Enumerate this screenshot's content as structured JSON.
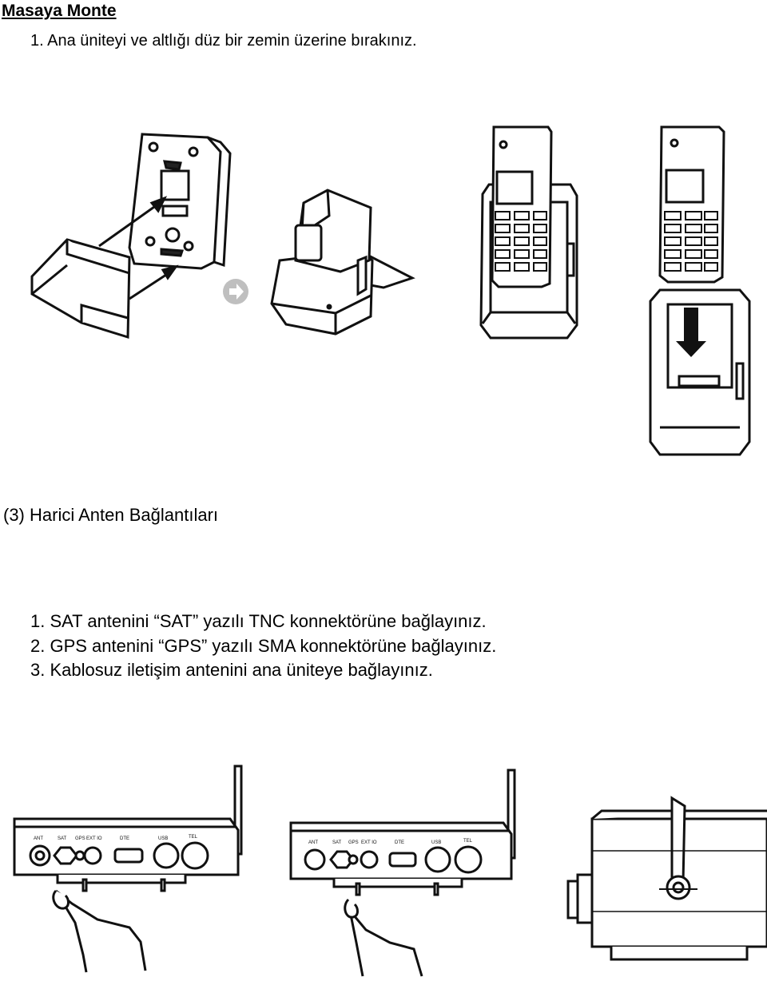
{
  "document": {
    "heading": "Masaya Monte",
    "step_1": "1. Ana üniteyi ve altlığı düz bir zemin üzerine bırakınız.",
    "section_title": "(3) Harici Anten Bağlantıları",
    "antenna_steps": [
      "1. SAT antenini “SAT” yazılı TNC konnektörüne bağlayınız.",
      "2. GPS antenini “GPS” yazılı SMA konnektörüne bağlayınız.",
      "3. Kablosuz iletişim antenini ana üniteye bağlayınız."
    ]
  },
  "illustrations": {
    "mount_figures": [
      "bracket-assembly",
      "desk-stand",
      "handset-in-cradle",
      "handset-insert"
    ],
    "antenna_figures": [
      "connector-panel-sat",
      "connector-panel-gps",
      "side-view-antenna"
    ]
  }
}
